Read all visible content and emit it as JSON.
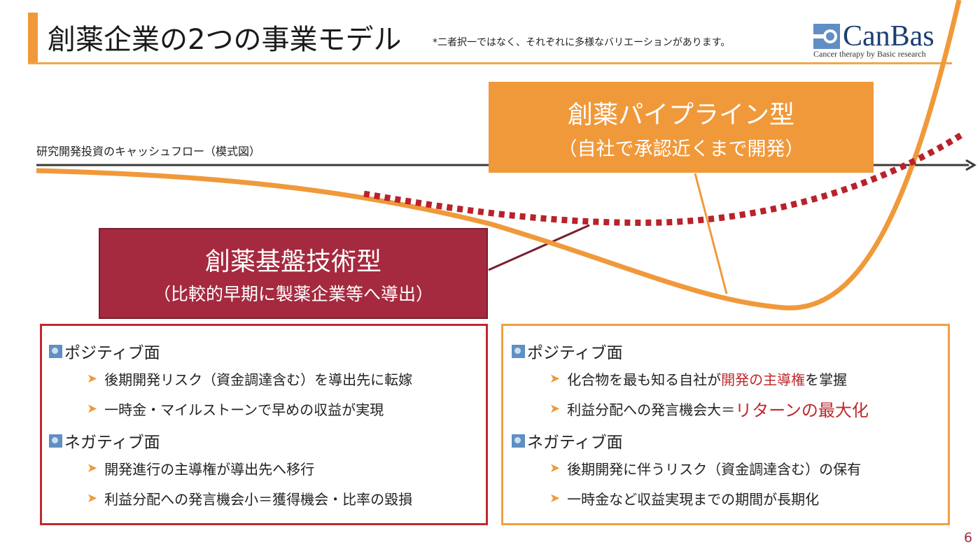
{
  "header": {
    "title": "創薬企業の2つの事業モデル",
    "note": "*二者択一ではなく、それぞれに多様なバリエーションがあります。"
  },
  "logo": {
    "name": "CanBas",
    "tagline": "Cancer therapy by Basic research"
  },
  "diagram": {
    "axis_label": "研究開発投資のキャッシュフロー（模式図）",
    "pipeline": {
      "title": "創薬パイプライン型",
      "subtitle": "（自社で承認近くまで開発）"
    },
    "platform": {
      "title": "創薬基盤技術型",
      "subtitle": "（比較的早期に製薬企業等へ導出）"
    }
  },
  "left_panel": {
    "positive": {
      "heading": "ポジティブ面",
      "items": [
        "後期開発リスク（資金調達含む）を導出先に転嫁",
        "一時金・マイルストーンで早めの収益が実現"
      ]
    },
    "negative": {
      "heading": "ネガティブ面",
      "items": [
        "開発進行の主導権が導出先へ移行",
        "利益分配への発言機会小＝獲得機会・比率の毀損"
      ]
    }
  },
  "right_panel": {
    "positive": {
      "heading": "ポジティブ面",
      "item1": {
        "pre": "化合物を最も知る自社が",
        "highlight": "開発の主導権",
        "post": "を掌握"
      },
      "item2": {
        "pre": "利益分配への発言機会大＝",
        "highlight": "リターンの最大化"
      }
    },
    "negative": {
      "heading": "ネガティブ面",
      "items": [
        "後期開発に伴うリスク（資金調達含む）の保有",
        "一時金など収益実現までの期間が長期化"
      ]
    }
  },
  "page_number": "6",
  "colors": {
    "orange": "#F0993A",
    "red": "#A52A3F",
    "highlight": "#C0282D"
  }
}
